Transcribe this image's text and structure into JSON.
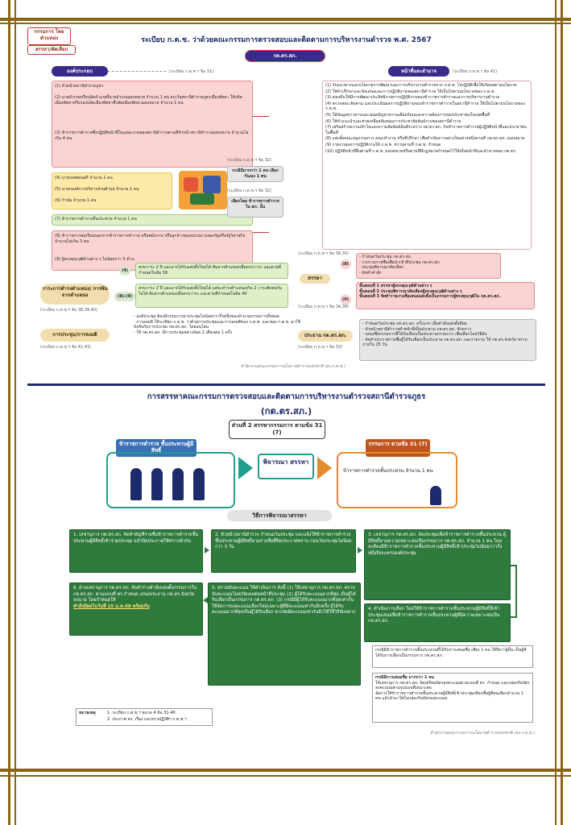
{
  "top": {
    "title": "ระเบียบ ก.ต.ช. ว่าด้วยคณะกรรมการตรวจสอบและติดตามการบริหารงานตำรวจ พ.ศ. 2567",
    "badge": "กต.ตร.สภ.",
    "left_tag": "องค์ประกอบ",
    "left_ref": "(ระเบียบ ก.ต.ช.ฯ ข้อ 31)",
    "right_tag": "หน้าที่และอำนาจ",
    "right_ref": "(ระเบียบ ก.ต.ช.ฯ ข้อ 41)",
    "members": [
      "(1) หัวหน้าสถานีตำรวจภูธร",
      "(2) นายอำเภอหรือปลัดอำเภอที่นายอำเภอมอบหมาย จำนวน 1 คน ยกเว้นสถานีตำรวจภูธรเมืองพัทยา ให้ปลัดเมืองพัทยาหรือรองปลัดเมืองพัทยาที่ปลัดเมืองพัทยามอบหมาย จำนวน 1 คน",
      "(3) ข้าราชการตำรวจซึ่งปฏิบัติหน้าที่ในแต่ละงานของสถานีตำรวจตามที่หัวหน้าสถานีตำรวจมอบหมาย จำนวนไม่เกิน 4 คน",
      "(4) นายกเทศมนตรี จำนวน 1 คน",
      "(5) นายกองค์การบริหารส่วนตำบล จำนวน 1 คน",
      "(6) กำนัน จำนวน 1 คน",
      "(7) ข้าราชการตำรวจชั้นประทวน จำนวน 1 คน",
      "(8) ข้าราชการพลเรือนนอกจากข้าราชการตำรวจ หรือพนักงาน หรือลูกจ้างของหน่วยงานของรัฐหรือรัฐวิสาหกิจ จำนวนไม่เกิน 3 คน",
      "(9) ผู้ทรงคุณวุฒิด้านต่าง ๆ ไม่น้อยกว่า 5 ด้าน"
    ],
    "committee_label": "กรรมการ โดยตำแหน่ง",
    "mid_ref1": "(ระเบียบ ก.ต.ช.ฯ ข้อ 32)",
    "mid_note1": "กรณีมีมากกว่า 1 คน เลือกกันเอง 1 คน",
    "mid_ref2": "(ระเบียบ ก.ต.ช.ฯ ข้อ 32)",
    "mid_note2": "เลือกโดย ข้าราชการตำรวจ ใน สภ. นั้น",
    "select_label": "สรรหา/คัดเลือก",
    "duties": [
      "(1) รับแนวทางและนโยบายการพัฒนาและการบริหารงานตำรวจจาก ก.ต.ช. ไปปฏิบัติเพื่อให้เกิดผลตามนโยบาย",
      "(2) ให้คำปรึกษาและข้อเสนอแนะการปฏิบัติงานของสถานีตำรวจ ให้เป็นไปตามนโยบายของ ก.ต.ช.",
      "(3) ส่งเสริมให้มีการพัฒนาประสิทธิภาพการปฏิบัติงานของข้าราชการตำรวจและการบริหารงานตำรวจ",
      "(4) ตรวจสอบ ติดตาม และประเมินผลการปฏิบัติงานของข้าราชการตำรวจในสถานีตำรวจ ให้เป็นไปตามนโยบายของ ก.ต.ช.",
      "(5) ให้ข้อมูลข่าวสารและเสนอปัญหาความเดือดร้อนและความต้องการของประชาชนในเขตพื้นที่",
      "(6) ให้คำแนะนำและช่วยเหลือสนับสนุนการประชาสัมพันธ์งานของสถานีตำรวจ",
      "(7) เสริมสร้างความเข้าใจและความสัมพันธ์อันดีระหว่าง กต.ตร.สภ. กับข้าราชการตำรวจผู้ปฏิบัติหน้าที่และประชาชนในพื้นที่",
      "(8) แต่งตั้งคณะอนุกรรมการ คณะทำงาน หรือที่ปรึกษา เพื่อดำเนินการอย่างใดอย่างหนึ่งตามที่ กต.ตร.สภ. มอบหมาย",
      "(9) รายงานผลการปฏิบัติงานให้ ก.ต.ช. ทราบตามที่ ก.ต.ช. กำหนด",
      "(10) ปฏิบัติหน้าที่อื่นตามที่ ก.ต.ช. มอบหมายหรือตามที่มีกฎหมายกำหนดไว้ให้เป็นหน้าที่และอำนาจของ กต.ตร."
    ],
    "term_label": "วาระการดำรงตำแหน่ง/ การพ้นจากตำแหน่ง",
    "term_ref": "(ระเบียบ ก.ต.ช.ฯ ข้อ 38,39,40)",
    "term_a_tag": "(4)",
    "term_a": "ครบวาระ 2 ปี และอาจได้รับแต่งตั้งใหม่ได้ พ้นจากตำแหน่งเมื่อครบวาระ และตามที่กำหนดในข้อ 39",
    "term_b_tag": "(8)-(9)",
    "term_b": "ครบวาระ 2 ปี และอาจได้รับแต่งตั้งใหม่ได้ แต่จะดำรงตำแหน่งเกิน 2 วาระติดต่อกันไม่ได้ พ้นจากตำแหน่งเมื่อครบวาระ และตามที่กำหนดในข้อ 40",
    "meeting_label": "การประชุม/การลงมติ",
    "meeting_ref": "(ระเบียบ ก.ต.ช.ฯ ข้อ 42,43)",
    "meeting_lines": [
      "- องค์ประชุม ต้องมีกรรมการมาประชุมไม่น้อยกว่ากึ่งหนึ่งของจำนวนกรรมการทั้งหมด",
      "- การลงมติ ให้ระเบียบ ก.ต.ช. ว่าด้วยการประชุมและการลงมติของ ก.ต.ช. และของ ก.ต.ช. มาใช้บังคับกับการประชุม กต.ตร.สภ. โดยอนุโลม",
      "- ให้ กต.ตร.สภ. มีการประชุมอย่างน้อย 2 เดือนต่อ 1 ครั้ง"
    ],
    "recruit_label": "สรรหา",
    "recruit_ref": "(ระเบียบ ก.ต.ช.ฯ ข้อ 34,35)",
    "recruit_tag8": "(8)",
    "recruit_8": [
      "- กำหนดวันประชุม กต.ตร.สภ.",
      "- รวบรวมรายชื่อเพื่อนำเข้าที่ประชุม กต.ตร.สภ.",
      "- ประชุมพิจารณาคัดเลือก",
      "- จัดทำคำสั่ง"
    ],
    "recruit_tag9": "(9)",
    "recruit_9": [
      "ขั้นตอนที่ 1 สรรหาผู้ทรงคุณวุฒิด้านต่าง ๆ",
      "ขั้นตอนที่ 2 ประชุมพิจารณาคัดเลือกผู้ทรงคุณวุฒิด้านต่าง ๆ",
      "ขั้นตอนที่ 3 จัดทำรายงานชื่อเสนอแต่งตั้งเป็นกรรมการผู้ทรงคุณวุฒิใน กต.ตร.สภ."
    ],
    "recruit_ref2": "(ระเบียบ ก.ต.ช.ฯ ข้อ 34,36)",
    "chair_label": "ประธาน กต.ตร.สภ.",
    "chair_ref": "(ระเบียบ ก.ต.ช.ฯ ข้อ 33)",
    "chair_lines": [
      "- กำหนดวันประชุม กต.ตร.สภ. ครั้งแรก เมื่อคำสั่งแต่งตั้งมีผล",
      "- หัวหน้าสถานีตำรวจทำหน้าที่เป็นประธาน กต.ตร.สภ. ชั่วคราว",
      "- เสนอชื่อกรรมการที่ได้รับเลือกเป็นประธานกรรมการ เพื่อเลือกโดยวิธีลับ",
      "- จัดทำประกาศรายชื่อผู้ได้รับเลือกเป็นประธาน กต.ตร.สภ. และรายงาน ให้ กต.ตร.จังหวัด ทราบภายใน 15 วัน"
    ],
    "footer": "สำนักงานคณะกรรมการนโยบายตำรวจแห่งชาติ (สง.ก.ต.ช.)"
  },
  "bottom": {
    "title1": "การสรรหาคณะกรรมการตรวจสอบและติดตามการบริหารงานตำรวจสถานีตำรวจภูธร",
    "title2": "(กต.ตร.สภ.)",
    "section": "ส่วนที่ 2 สรรหากรรมการ ตามข้อ 31 (7)",
    "left_label": "ข้าราชการตำรวจ ชั้นประทวนผู้มีสิทธิ์",
    "center_label": "พิจารณา สรรหา",
    "right_label": "กรรมการ ตามข้อ 31 (7)",
    "right_desc": "ข้าราชการตำรวจชั้นประทวน จำนวน 1 คน",
    "method_label": "วิธีการพิจารณาสรรหา",
    "steps": [
      "1. เลขานุการ กต.ตร.สภ. จัดทำบัญชีรายชื่อข้าราชการตำรวจชั้นประทวนผู้มีสิทธิ์เข้าร่วมประชุม แล้วปิดประกาศให้ทราบทั่วกัน",
      "2. หัวหน้าสถานีตำรวจ กำหนดวันประชุม และแจ้งให้ข้าราชการตำรวจชั้นประทวนผู้มีสิทธิ์ตามรายชื่อที่ปิดประกาศทราบ ก่อนวันประชุมไม่น้อยกว่า 3 วัน",
      "3. เลขานุการ กต.ตร.สภ. จัดประชุมเพื่อข้าราชการตำรวจชั้นประทวน ผู้มีสิทธิ์ตามความเหมาะสมเป็นกรรมการ กต.ตร.สภ. จำนวน 1 คน โดยจะต้องมีข้าราชการตำรวจชั้นประทวนผู้มีสิทธิ์เข้าประชุมไม่น้อยกว่ากึ่งหนึ่งจึงจะครบองค์ประชุม",
      "4. ดำเนินการเลือก โดยให้ข้าราชการตำรวจชั้นประทวนผู้มีสิทธิ์ที่เข้าประชุมเสนอชื่อข้าราชการตำรวจชั้นประทวนผู้ที่มีความเหมาะสมเป็น กต.ตร.สภ.",
      "5. ตรวจนับคะแนน ให้ดำเนินการ ดังนี้ (1) ให้เลขานุการ กต.ตร.สภ. ตรวจนับคะแนนโดยเปิดเผยต่อหน้าที่ประชุม (2) ผู้ได้รับคะแนนมากที่สุด เป็นผู้ได้รับเลือกเป็นกรรมการ กต.ตร.สภ. (3) กรณีมีผู้ได้รับคะแนนมากที่สุดเท่ากัน ให้จัดการลงคะแนนเลือกใหม่เฉพาะผู้ที่มีคะแนนเท่ากันอีกครั้ง ผู้ได้รับคะแนนมากที่สุดเป็นผู้ได้รับเลือก หากยังมีคะแนนเท่ากันอีกให้ใช้วิธีจับสลาก",
      "6. ฝ่ายเลขานุการ กต.ตร.สภ. จัดทำร่างคำสั่งแต่งตั้งกรรมการใน กต.ตร.สภ. ตามแบบที่ ตร.กำหนด เสนอประธาน กต.ตร.จังหวัด ลงนาม โดยกำหนดให้",
      "คำสั่งมีผลในวันที่ 15 ม.ค.68 พร้อมกัน"
    ],
    "note_a": "กรณีมีข้าราชการตำรวจชั้นประทวนที่ได้รับการเสนอชื่อ เพียง 1 คน ให้ถือว่าผู้นั้น เป็นผู้ที่ได้รับการเลือกเป็นกรรมการ กต.ตร.สภ.",
    "note_b_title": "กรณีมีการเสนอชื่อ มากกว่า 1 คน",
    "note_b_lines": [
      "ให้เลขานุการ กต.ตร.สภ. จัดเตรียมบัตรลงคะแนนตามแบบที่ ตร. กำหนด และกล่องรับบัตรลงคะแนนตามรูปแบบที่เหมาะสม",
      "จัดการให้ข้าราชการตำรวจชั้นประทวนผู้มีสิทธิ์เข้าประชุมเขียนชื่อผู้ที่ตนเลือกจำนวน 1 คน แล้วนำมาใส่ในกล่องรับบัตรลงคะแนน"
    ],
    "remark_label": "หมายเหตุ",
    "remarks": [
      "1. ระเบียบ ก.ต.ช.ฯ หมวด 4 ข้อ 31-40",
      "2. ประกาศ ตร. เรื่อง แนวทางปฏิบัติฯ ก.ต.ช.ฯ"
    ],
    "footer": "สำนักงานคณะกรรมการนโยบายตำรวจแห่งชาติ (สง.ก.ต.ช.)"
  }
}
